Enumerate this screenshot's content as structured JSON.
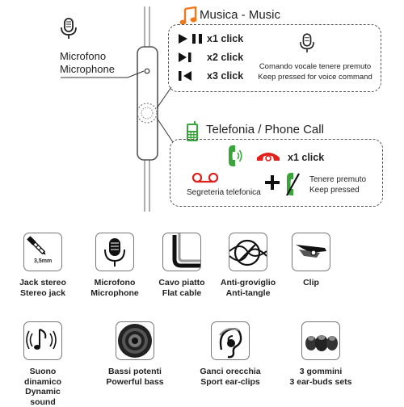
{
  "microphone": {
    "line1": "Microfono",
    "line2": "Microphone"
  },
  "music": {
    "title": "Musica - Music",
    "controls": [
      {
        "icon": "play-pause-icon",
        "label": "x1 click"
      },
      {
        "icon": "next-track-icon",
        "label": "x2 click"
      },
      {
        "icon": "previous-track-icon",
        "label": "x3 click"
      }
    ],
    "voice_it": "Comando vocale tenere premuto",
    "voice_en": "Keep pressed for voice command"
  },
  "phone": {
    "title": "Telefonia / Phone Call",
    "answer_label": "x1 click",
    "voicemail_label": "Segreteria telefonica",
    "hold_it": "Tenere premuto",
    "hold_en": "Keep pressed"
  },
  "features": [
    {
      "icon": "jack-icon",
      "inner": "3,5mm",
      "line1": "Jack stereo",
      "line2": "Stereo jack"
    },
    {
      "icon": "microphone-icon",
      "line1": "Microfono",
      "line2": "Microphone"
    },
    {
      "icon": "flat-cable-icon",
      "line1": "Cavo piatto",
      "line2": "Flat cable"
    },
    {
      "icon": "anti-tangle-icon",
      "line1": "Anti-groviglio",
      "line2": "Anti-tangle"
    },
    {
      "icon": "clip-icon",
      "line1": "Clip",
      "line2": ""
    },
    {
      "icon": "dynamic-sound-icon",
      "line1": "Suono dinamico",
      "line2": "Dynamic sound"
    },
    {
      "icon": "bass-icon",
      "line1": "Bassi potenti",
      "line2": "Powerful bass"
    },
    {
      "icon": "ear-clip-icon",
      "line1": "Ganci orecchia",
      "line2": "Sport ear-clips"
    },
    {
      "icon": "ear-buds-icon",
      "line1": "3 gommini",
      "line2": "3 ear-buds sets"
    }
  ],
  "colors": {
    "red": "#e0201b",
    "green": "#3aa53a",
    "orange": "#f07a1a",
    "line": "#555555"
  }
}
